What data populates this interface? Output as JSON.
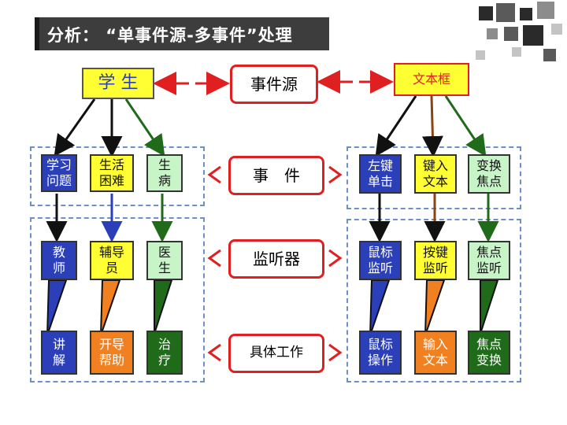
{
  "title": "分析： “单事件源-多事件”处理",
  "top_row": {
    "student": "学 生",
    "event_source": "事件源",
    "textbox": "文本框"
  },
  "left_columns": [
    {
      "event": "学习\n问题",
      "listener": "教\n师",
      "work": "讲\n解",
      "color": "#2a3fb8"
    },
    {
      "event": "生活\n困难",
      "listener": "辅导\n员",
      "work": "开导\n帮助",
      "color": "#e8721c"
    },
    {
      "event": "生\n病",
      "listener": "医\n生",
      "work": "治\n疗",
      "color": "#1f6b1a"
    }
  ],
  "middle_column": {
    "event": "事　件",
    "listener": "监听器",
    "work": "具体工作"
  },
  "right_columns": [
    {
      "event": "左键\n单击",
      "listener": "鼠标\n监听",
      "work": "鼠标\n操作",
      "color": "#2a3fb8"
    },
    {
      "event": "键入\n文本",
      "listener": "按键\n监听",
      "work": "输入\n文本",
      "color": "#e8721c"
    },
    {
      "event": "变换\n焦点",
      "listener": "焦点\n监听",
      "work": "焦点\n变换",
      "color": "#1f6b1a"
    }
  ],
  "colors": {
    "header_bg": "#3d3d3d",
    "red_border": "#e02020",
    "yellow_fill": "#ffff33",
    "green_fill": "#c8f5c8",
    "blue_fill": "#2a3fb8",
    "orange_fill": "#f08020",
    "dark_green_fill": "#1f6b1a",
    "dashed_group": "#6f8fc8"
  }
}
